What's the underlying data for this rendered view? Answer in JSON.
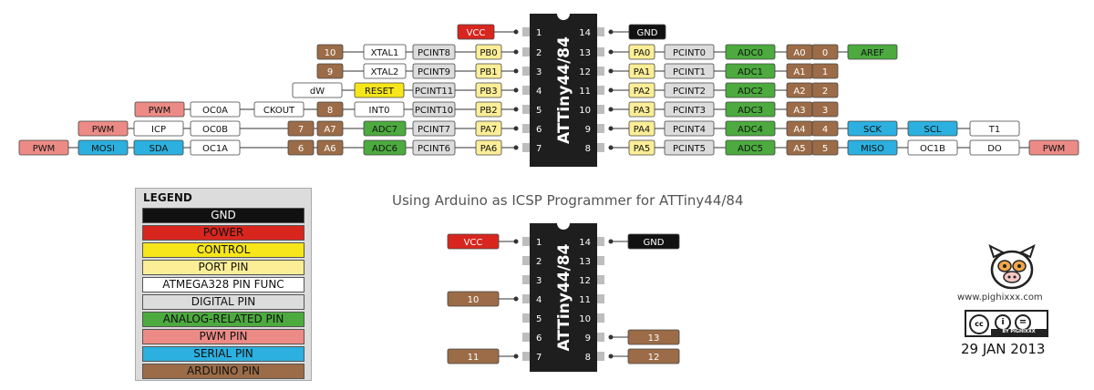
{
  "colors": {
    "gnd": "#111111",
    "power": "#d8261e",
    "control": "#f6e61a",
    "port": "#fbee97",
    "func": "#ffffff",
    "digital": "#dcdcdc",
    "analog": "#4caa3f",
    "pwm": "#ec8b86",
    "serial": "#2bb0df",
    "arduino": "#9b6c47",
    "chip": "#1e1e1e"
  },
  "top_chip": {
    "name": "ATTiny44/84",
    "left_pins": [
      {
        "num": "1",
        "labels": [
          {
            "t": "VCC",
            "c": "power"
          }
        ]
      },
      {
        "num": "2",
        "labels": [
          {
            "t": "PB0",
            "c": "port"
          },
          {
            "t": "PCINT8",
            "c": "digital"
          },
          {
            "t": "XTAL1",
            "c": "func"
          },
          {
            "t": "10",
            "c": "arduino"
          }
        ]
      },
      {
        "num": "3",
        "labels": [
          {
            "t": "PB1",
            "c": "port"
          },
          {
            "t": "PCINT9",
            "c": "digital"
          },
          {
            "t": "XTAL2",
            "c": "func"
          },
          {
            "t": "9",
            "c": "arduino"
          }
        ]
      },
      {
        "num": "4",
        "labels": [
          {
            "t": "PB3",
            "c": "port"
          },
          {
            "t": "PCINT11",
            "c": "digital"
          },
          {
            "t": "RESET",
            "c": "control"
          },
          {
            "t": "dW",
            "c": "func"
          }
        ]
      },
      {
        "num": "5",
        "labels": [
          {
            "t": "PB2",
            "c": "port"
          },
          {
            "t": "PCINT10",
            "c": "digital"
          },
          {
            "t": "INT0",
            "c": "func"
          },
          {
            "t": "8",
            "c": "arduino"
          },
          {
            "t": "CKOUT",
            "c": "func"
          },
          {
            "t": "OC0A",
            "c": "func"
          },
          {
            "t": "PWM",
            "c": "pwm"
          }
        ]
      },
      {
        "num": "6",
        "labels": [
          {
            "t": "PA7",
            "c": "port"
          },
          {
            "t": "PCINT7",
            "c": "digital"
          },
          {
            "t": "ADC7",
            "c": "analog"
          },
          {
            "t": "A7",
            "c": "arduino"
          },
          {
            "t": "7",
            "c": "arduino"
          },
          {
            "t": "OC0B",
            "c": "func"
          },
          {
            "t": "ICP",
            "c": "func"
          },
          {
            "t": "PWM",
            "c": "pwm"
          }
        ]
      },
      {
        "num": "7",
        "labels": [
          {
            "t": "PA6",
            "c": "port"
          },
          {
            "t": "PCINT6",
            "c": "digital"
          },
          {
            "t": "ADC6",
            "c": "analog"
          },
          {
            "t": "A6",
            "c": "arduino"
          },
          {
            "t": "6",
            "c": "arduino"
          },
          {
            "t": "OC1A",
            "c": "func"
          },
          {
            "t": "SDA",
            "c": "serial"
          },
          {
            "t": "MOSI",
            "c": "serial"
          },
          {
            "t": "PWM",
            "c": "pwm"
          }
        ]
      }
    ],
    "right_pins": [
      {
        "num": "14",
        "labels": [
          {
            "t": "GND",
            "c": "gnd"
          }
        ]
      },
      {
        "num": "13",
        "labels": [
          {
            "t": "PA0",
            "c": "port"
          },
          {
            "t": "PCINT0",
            "c": "digital"
          },
          {
            "t": "ADC0",
            "c": "analog"
          },
          {
            "t": "A0",
            "c": "arduino"
          },
          {
            "t": "0",
            "c": "arduino"
          },
          {
            "t": "AREF",
            "c": "analog"
          }
        ]
      },
      {
        "num": "12",
        "labels": [
          {
            "t": "PA1",
            "c": "port"
          },
          {
            "t": "PCINT1",
            "c": "digital"
          },
          {
            "t": "ADC1",
            "c": "analog"
          },
          {
            "t": "A1",
            "c": "arduino"
          },
          {
            "t": "1",
            "c": "arduino"
          }
        ]
      },
      {
        "num": "11",
        "labels": [
          {
            "t": "PA2",
            "c": "port"
          },
          {
            "t": "PCINT2",
            "c": "digital"
          },
          {
            "t": "ADC2",
            "c": "analog"
          },
          {
            "t": "A2",
            "c": "arduino"
          },
          {
            "t": "2",
            "c": "arduino"
          }
        ]
      },
      {
        "num": "10",
        "labels": [
          {
            "t": "PA3",
            "c": "port"
          },
          {
            "t": "PCINT3",
            "c": "digital"
          },
          {
            "t": "ADC3",
            "c": "analog"
          },
          {
            "t": "A3",
            "c": "arduino"
          },
          {
            "t": "3",
            "c": "arduino"
          }
        ]
      },
      {
        "num": "9",
        "labels": [
          {
            "t": "PA4",
            "c": "port"
          },
          {
            "t": "PCINT4",
            "c": "digital"
          },
          {
            "t": "ADC4",
            "c": "analog"
          },
          {
            "t": "A4",
            "c": "arduino"
          },
          {
            "t": "4",
            "c": "arduino"
          },
          {
            "t": "SCK",
            "c": "serial"
          },
          {
            "t": "SCL",
            "c": "serial"
          },
          {
            "t": "T1",
            "c": "func"
          }
        ]
      },
      {
        "num": "8",
        "labels": [
          {
            "t": "PA5",
            "c": "port"
          },
          {
            "t": "PCINT5",
            "c": "digital"
          },
          {
            "t": "ADC5",
            "c": "analog"
          },
          {
            "t": "A5",
            "c": "arduino"
          },
          {
            "t": "5",
            "c": "arduino"
          },
          {
            "t": "MISO",
            "c": "serial"
          },
          {
            "t": "OC1B",
            "c": "func"
          },
          {
            "t": "DO",
            "c": "func"
          },
          {
            "t": "PWM",
            "c": "pwm"
          }
        ]
      }
    ]
  },
  "bottom_chip": {
    "name": "ATTiny44/84",
    "left_pins": [
      {
        "num": "1",
        "label": {
          "t": "VCC",
          "c": "power"
        }
      },
      {
        "num": "2",
        "label": null
      },
      {
        "num": "3",
        "label": null
      },
      {
        "num": "4",
        "label": {
          "t": "10",
          "c": "arduino"
        }
      },
      {
        "num": "5",
        "label": null
      },
      {
        "num": "6",
        "label": null
      },
      {
        "num": "7",
        "label": {
          "t": "11",
          "c": "arduino"
        }
      }
    ],
    "right_pins": [
      {
        "num": "14",
        "label": {
          "t": "GND",
          "c": "gnd"
        }
      },
      {
        "num": "13",
        "label": null
      },
      {
        "num": "12",
        "label": null
      },
      {
        "num": "11",
        "label": null
      },
      {
        "num": "10",
        "label": null
      },
      {
        "num": "9",
        "label": {
          "t": "13",
          "c": "arduino"
        }
      },
      {
        "num": "8",
        "label": {
          "t": "12",
          "c": "arduino"
        }
      }
    ]
  },
  "caption": "Using Arduino as ICSP Programmer for ATTiny44/84",
  "legend": {
    "title": "LEGEND",
    "items": [
      {
        "t": "GND",
        "c": "gnd"
      },
      {
        "t": "POWER",
        "c": "power"
      },
      {
        "t": "CONTROL",
        "c": "control"
      },
      {
        "t": "PORT PIN",
        "c": "port"
      },
      {
        "t": "ATMEGA328 PIN FUNC",
        "c": "func"
      },
      {
        "t": "DIGITAL PIN",
        "c": "digital"
      },
      {
        "t": "ANALOG-RELATED PIN",
        "c": "analog"
      },
      {
        "t": "PWM PIN",
        "c": "pwm"
      },
      {
        "t": "SERIAL PIN",
        "c": "serial"
      },
      {
        "t": "ARDUINO PIN",
        "c": "arduino"
      }
    ]
  },
  "footer": {
    "site": "www.pighixxx.com",
    "license_logo": "cc",
    "license_by": "i",
    "license_nd": "=",
    "license_label": "BY PIGHIXXX",
    "date": "29 JAN 2013",
    "logo_icon": "pig-head-icon"
  }
}
